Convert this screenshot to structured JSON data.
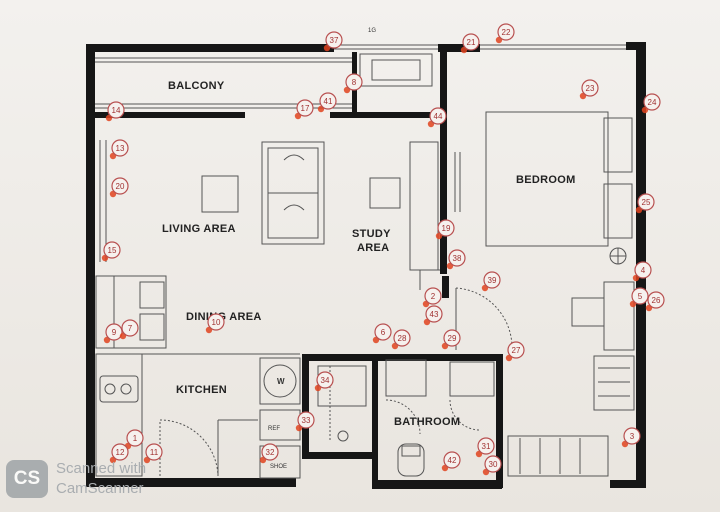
{
  "rooms": {
    "balcony": "BALCONY",
    "living_area": "LIVING AREA",
    "study_area_line1": "STUDY",
    "study_area_line2": "AREA",
    "bedroom": "BEDROOM",
    "dining_area": "DINING AREA",
    "kitchen": "KITCHEN",
    "bathroom": "BATHROOM"
  },
  "fixtures": {
    "washer": "W",
    "refrigerator": "REF",
    "shoe": "SHOE",
    "top_mark": "1G"
  },
  "markers": [
    "37",
    "21",
    "22",
    "23",
    "24",
    "8",
    "14",
    "17",
    "41",
    "44",
    "13",
    "20",
    "15",
    "19",
    "25",
    "38",
    "39",
    "4",
    "5",
    "26",
    "2",
    "43",
    "9",
    "7",
    "10",
    "6",
    "28",
    "29",
    "27",
    "34",
    "33",
    "1",
    "12",
    "11",
    "32",
    "31",
    "42",
    "30",
    "3"
  ],
  "watermark": {
    "logo": "CS",
    "line1": "Scanned with",
    "line2": "CamScanner"
  },
  "colors": {
    "wall": "#161616",
    "line": "#555555",
    "marker_ring": "#b85050",
    "marker_dot": "#e0431f",
    "background": "#f0ede9"
  }
}
